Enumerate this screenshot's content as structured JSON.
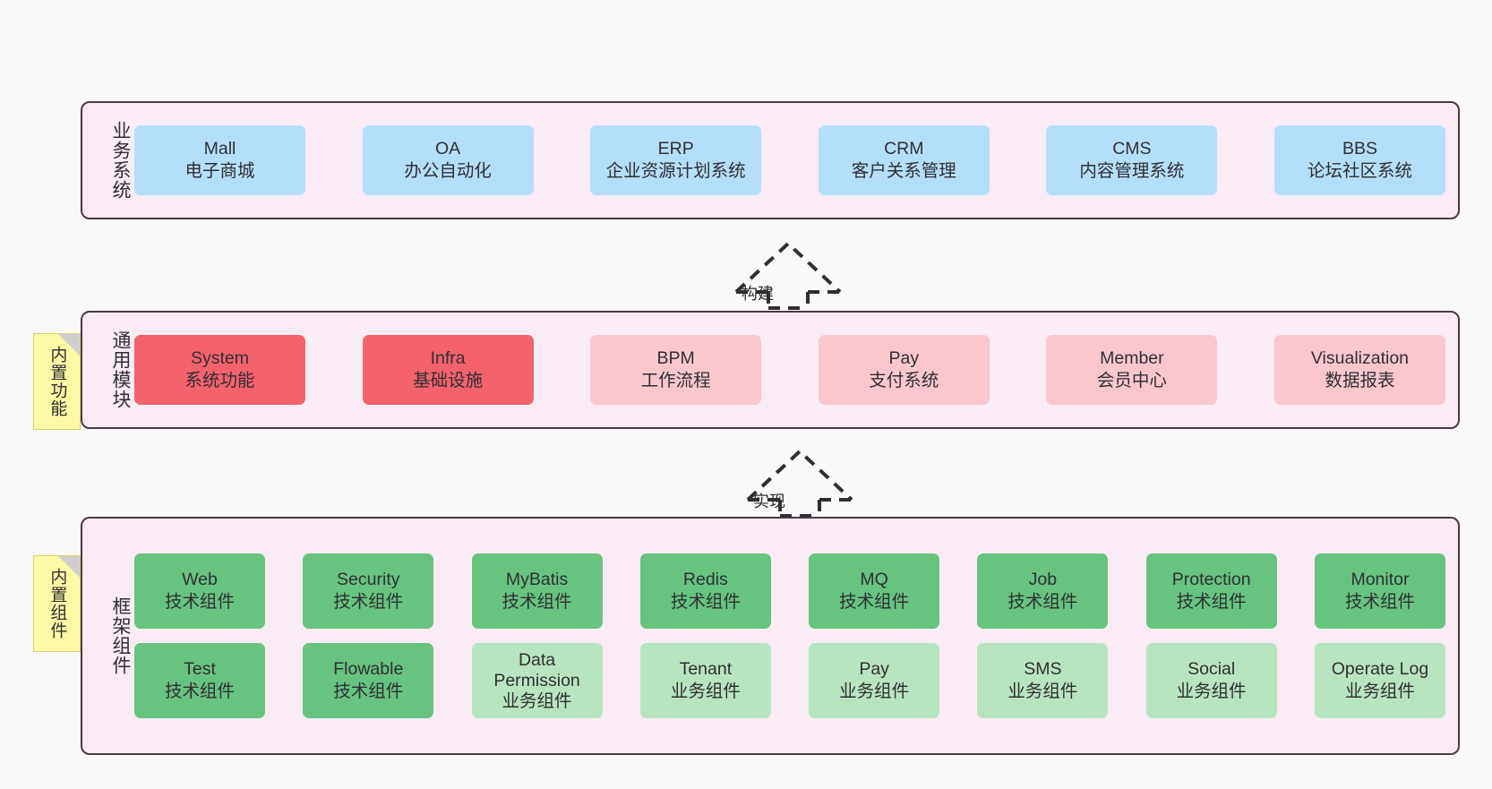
{
  "diagram": {
    "background": "#f9f9f9",
    "panel_bg": "#f9ecf5",
    "panel_border": "#4a3a44"
  },
  "layers": [
    {
      "key": "business",
      "title": "业务系统",
      "note": null,
      "rows": [
        [
          {
            "name": "Mall",
            "desc": "电子商城",
            "color": "#b4dffb"
          },
          {
            "name": "OA",
            "desc": "办公自动化",
            "color": "#b4dffb"
          },
          {
            "name": "ERP",
            "desc": "企业资源计划系统",
            "color": "#b4dffb"
          },
          {
            "name": "CRM",
            "desc": "客户关系管理",
            "color": "#b4dffb"
          },
          {
            "name": "CMS",
            "desc": "内容管理系统",
            "color": "#b4dffb"
          },
          {
            "name": "BBS",
            "desc": "论坛社区系统",
            "color": "#b4dffb"
          }
        ]
      ]
    },
    {
      "key": "common",
      "title": "通用模块",
      "note": "内置功能",
      "rows": [
        [
          {
            "name": "System",
            "desc": "系统功能",
            "color": "#f4626b"
          },
          {
            "name": "Infra",
            "desc": "基础设施",
            "color": "#f4626b"
          },
          {
            "name": "BPM",
            "desc": "工作流程",
            "color": "#fac7cf"
          },
          {
            "name": "Pay",
            "desc": "支付系统",
            "color": "#fac7cf"
          },
          {
            "name": "Member",
            "desc": "会员中心",
            "color": "#fac7cf"
          },
          {
            "name": "Visualization",
            "desc": "数据报表",
            "color": "#fac7cf"
          }
        ]
      ]
    },
    {
      "key": "framework",
      "title": "框架组件",
      "note": "内置组件",
      "rows": [
        [
          {
            "name": "Web",
            "desc": "技术组件",
            "color": "#67c47e"
          },
          {
            "name": "Security",
            "desc": "技术组件",
            "color": "#67c47e"
          },
          {
            "name": "MyBatis",
            "desc": "技术组件",
            "color": "#67c47e"
          },
          {
            "name": "Redis",
            "desc": "技术组件",
            "color": "#67c47e"
          },
          {
            "name": "MQ",
            "desc": "技术组件",
            "color": "#67c47e"
          },
          {
            "name": "Job",
            "desc": "技术组件",
            "color": "#67c47e"
          },
          {
            "name": "Protection",
            "desc": "技术组件",
            "color": "#67c47e"
          },
          {
            "name": "Monitor",
            "desc": "技术组件",
            "color": "#67c47e"
          }
        ],
        [
          {
            "name": "Test",
            "desc": "技术组件",
            "color": "#67c47e"
          },
          {
            "name": "Flowable",
            "desc": "技术组件",
            "color": "#67c47e"
          },
          {
            "name": "Data Permission",
            "desc": "业务组件",
            "color": "#b7e5c1"
          },
          {
            "name": "Tenant",
            "desc": "业务组件",
            "color": "#b7e5c1"
          },
          {
            "name": "Pay",
            "desc": "业务组件",
            "color": "#b7e5c1"
          },
          {
            "name": "SMS",
            "desc": "业务组件",
            "color": "#b7e5c1"
          },
          {
            "name": "Social",
            "desc": "业务组件",
            "color": "#b7e5c1"
          },
          {
            "name": "Operate Log",
            "desc": "业务组件",
            "color": "#b7e5c1"
          }
        ]
      ]
    }
  ],
  "connectors": [
    {
      "key": "build",
      "label": "构建"
    },
    {
      "key": "implement",
      "label": "实现"
    }
  ]
}
